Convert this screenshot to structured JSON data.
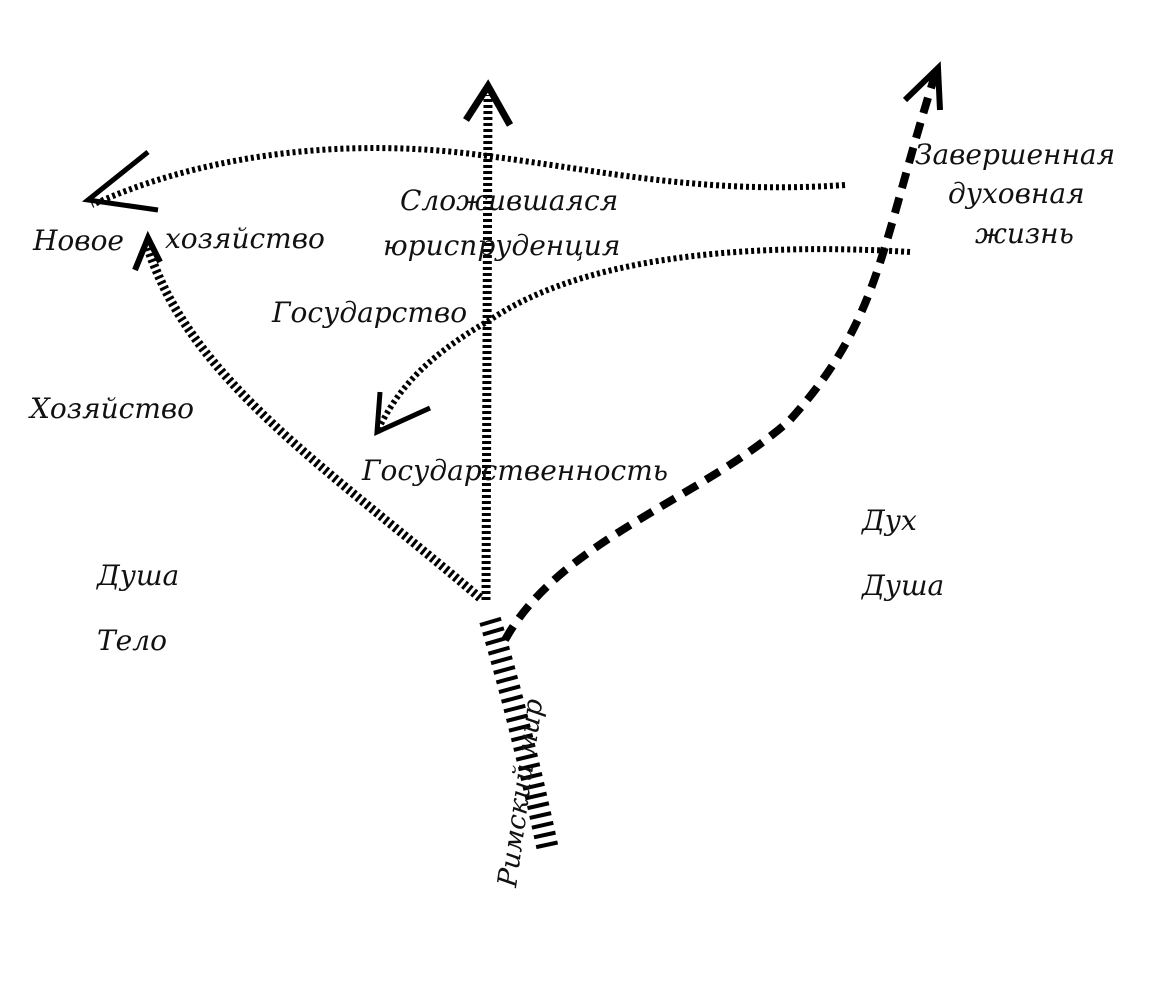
{
  "labels": {
    "novoe": "Новое",
    "khozyaystvo_new": "хозяйство",
    "khozyaystvo": "Хозяйство",
    "slozhivshayasya": "Сложившаяся",
    "yurisprudentsiya": "юриспруденция",
    "gosudarstvo": "Государство",
    "gosudarstvennost": "Государственность",
    "zavershennaya": "Завершенная",
    "dukhovnaya": "духовная",
    "zhizn": "жизнь",
    "dukh": "Дух",
    "dusha_right": "Душа",
    "dusha_left": "Душа",
    "telo": "Тело",
    "rimskiy_mir": "Римский мир"
  },
  "colors": {
    "ink": "#000000",
    "background": "#ffffff"
  }
}
